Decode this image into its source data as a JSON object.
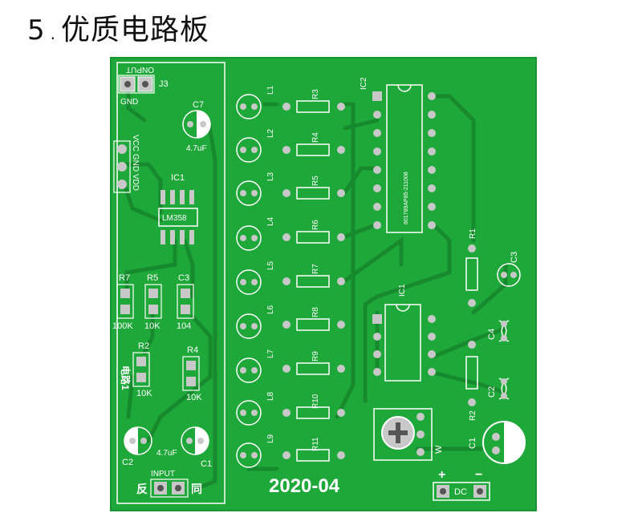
{
  "heading": {
    "number": "5",
    "dot": ".",
    "title": "优质电路板"
  },
  "colors": {
    "board": "#1fa83a",
    "trace": "#178a2e",
    "silk": "#ffffff",
    "pad": "#c8c8c8"
  },
  "labels": {
    "onput": "ONPUT",
    "gnd": "GND",
    "j3": "J3",
    "c7": "C7",
    "c7_value": "4.7uF",
    "vcc_gnd_vdd": "VCC GND VDD",
    "ic1_left": "IC1",
    "lm358": "LM358",
    "r7": "R7",
    "r5": "R5",
    "c3_left": "C3",
    "v100k": "100K",
    "v10k_a": "10K",
    "v104": "104",
    "r2": "R2",
    "r4": "R4",
    "v10k_b": "10K",
    "v10k_c": "10K",
    "circuit1": "电路1",
    "c2_left": "C2",
    "c1_left": "C1",
    "c_value_left": "4.7uF",
    "input": "INPUT",
    "fan": "反",
    "tong": "同",
    "date": "2020-04",
    "dc": "DC",
    "plus": "+",
    "minus": "−",
    "l1": "L1",
    "l2": "L2",
    "l3": "L3",
    "l4": "L4",
    "l5": "L5",
    "l6": "L6",
    "l7": "L7",
    "l8": "L8",
    "l9": "L9",
    "r3": "R3",
    "r4b": "R4",
    "r5b": "R5",
    "r6": "R6",
    "r7b": "R7",
    "r8": "R8",
    "r9": "R9",
    "r10": "R10",
    "r11": "R11",
    "ic2": "IC2",
    "chip_text": "801789AP85-211008",
    "r1": "R1",
    "c3_right": "C3",
    "ic1_right": "IC1",
    "c4": "C4",
    "c2_right": "C2",
    "r2_right": "R2",
    "c1_right": "C1",
    "w": "W"
  }
}
